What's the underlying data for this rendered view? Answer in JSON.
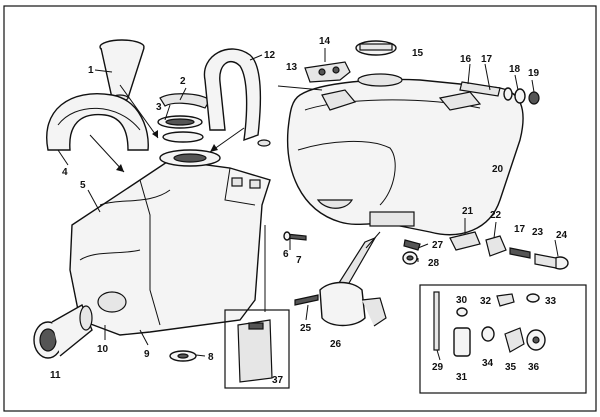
{
  "callouts": {
    "c1": "1",
    "c2": "2",
    "c3": "3",
    "c4": "4",
    "c5": "5",
    "c6": "6",
    "c7": "7",
    "c8": "8",
    "c9": "9",
    "c10": "10",
    "c11": "11",
    "c12": "12",
    "c13": "13",
    "c14": "14",
    "c15": "15",
    "c16": "16",
    "c17a": "17",
    "c17b": "17",
    "c18": "18",
    "c19": "19",
    "c20": "20",
    "c21": "21",
    "c22": "22",
    "c23": "23",
    "c24": "24",
    "c25": "25",
    "c26": "26",
    "c27": "27",
    "c28": "28",
    "c29": "29",
    "c30": "30",
    "c31": "31",
    "c32": "32",
    "c33": "33",
    "c34": "34",
    "c35": "35",
    "c36": "36",
    "c37": "37"
  }
}
